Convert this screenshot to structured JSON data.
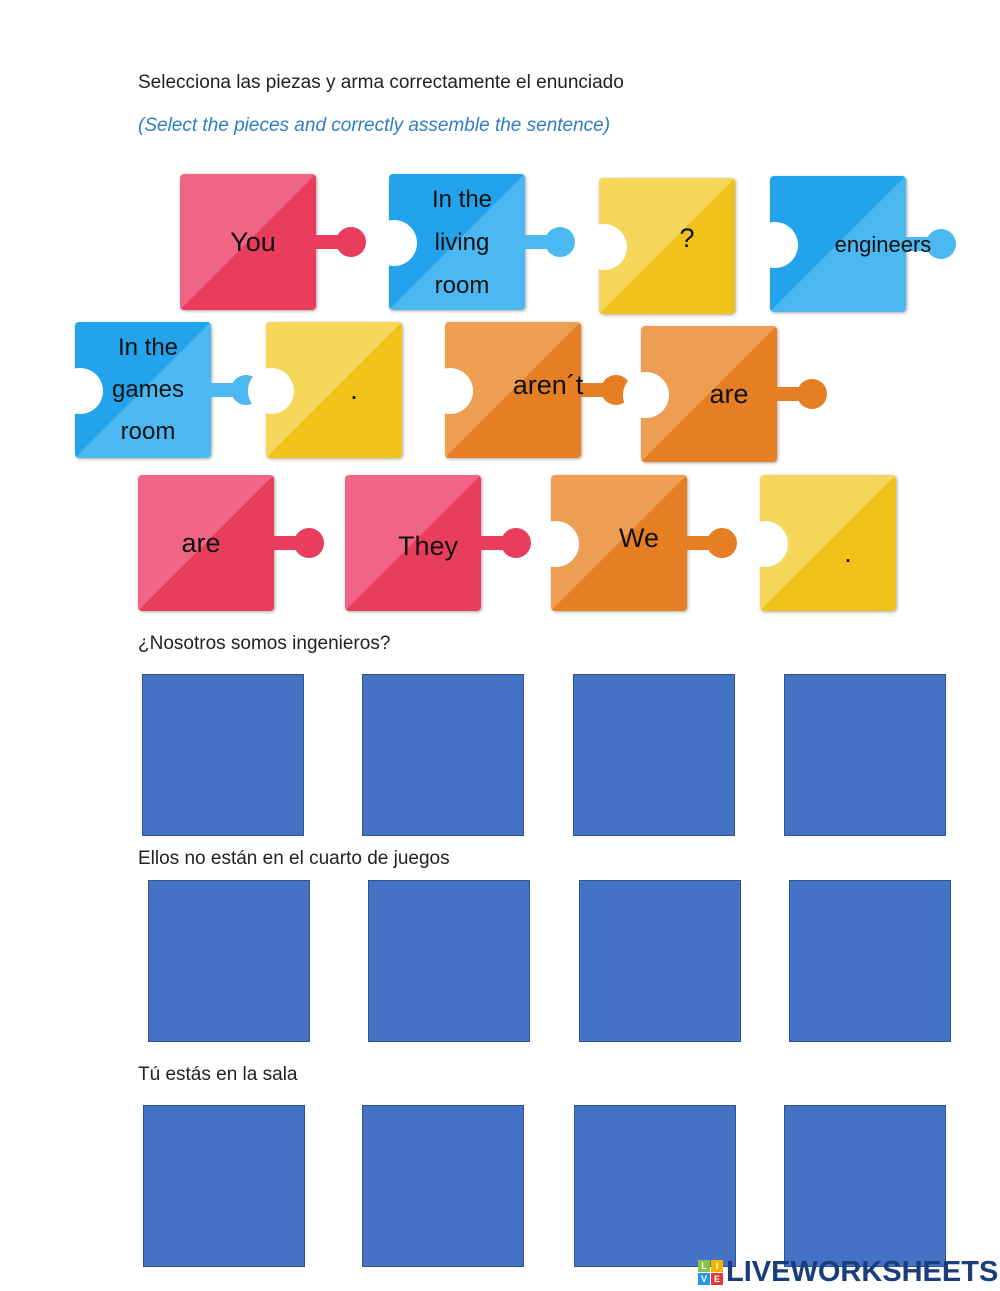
{
  "instructions": {
    "es": "Selecciona las piezas y arma correctamente el enunciado",
    "en": "(Select the pieces and correctly assemble the sentence)"
  },
  "pieces": [
    "You",
    "In the\nliving\nroom",
    "?",
    "engineers",
    "In the\ngames\nroom",
    ".",
    "aren´t",
    "are",
    "are",
    "They",
    "We",
    "."
  ],
  "colors": {
    "pink": "#e93d5e",
    "blue": "#4bb8f2",
    "yellow": "#f0c21a",
    "orange": "#e67e23",
    "dropbox": "#4472c4"
  },
  "prompts": [
    "¿Nosotros somos ingenieros?",
    "Ellos no están en el cuarto de juegos",
    "Tú estás en la sala"
  ],
  "logo": {
    "text": "LIVEWORKSHEETS",
    "cube": [
      "L",
      "I",
      "V",
      "E"
    ]
  }
}
